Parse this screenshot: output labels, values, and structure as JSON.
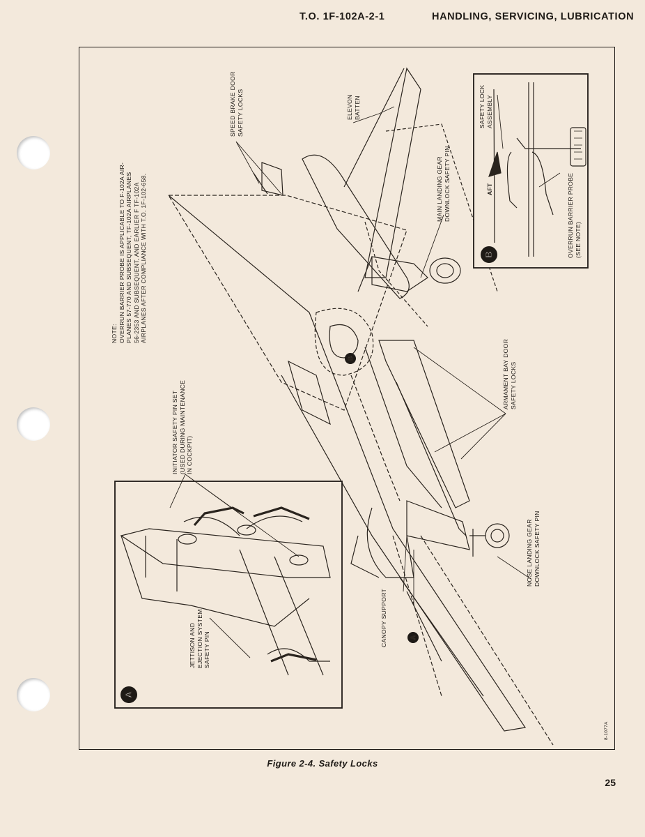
{
  "header": {
    "doc_number": "T.O. 1F-102A-2-1",
    "section_title": "HANDLING, SERVICING, LUBRICATION"
  },
  "figure": {
    "caption": "Figure 2-4. Safety Locks",
    "art_number": "8-1077A",
    "note_lines": [
      "NOTE:",
      "OVERRUN BARRIER PROBE IS APPLICABLE TO F-102A AIR-",
      "PLANES 57-770 AND SUBSEQUENT, TF-102A AIRPLANES",
      "56-2353 AND SUBSEQUENT, AND EARLIER F TF-102A",
      "AIRPLANES AFTER COMPLIANCE WITH T.O. 1F-102-658."
    ],
    "labels": {
      "speed_brake": [
        "SPEED BRAKE DOOR",
        "SAFETY LOCKS"
      ],
      "elevon_batten": [
        "ELEVON",
        "BATTEN"
      ],
      "main_gear": [
        "MAIN LANDING GEAR",
        "DOWNLOCK SAFETY PIN"
      ],
      "armament_bay": [
        "ARMAMENT BAY DOOR",
        "SAFETY LOCKS"
      ],
      "nose_gear": [
        "NOSE LANDING GEAR",
        "DOWNLOCK SAFETY PIN"
      ],
      "canopy_support": [
        "CANOPY SUPPORT"
      ],
      "initiator_pin": [
        "INITIATOR SAFETY PIN SET",
        "(USED DURING MAINTENANCE",
        "IN COCKPIT)"
      ],
      "jettison_pin": [
        "JETTISON AND",
        "EJECTION SYSTEM",
        "SAFETY PIN"
      ],
      "safety_lock": [
        "SAFETY LOCK",
        "ASSEMBLY"
      ],
      "aft": [
        "AFT"
      ],
      "overrun_probe": [
        "OVERRUN BARRIER PROBE",
        "(SEE NOTE)"
      ]
    },
    "callouts": {
      "a": "A",
      "b": "B"
    }
  },
  "page_number": "25"
}
